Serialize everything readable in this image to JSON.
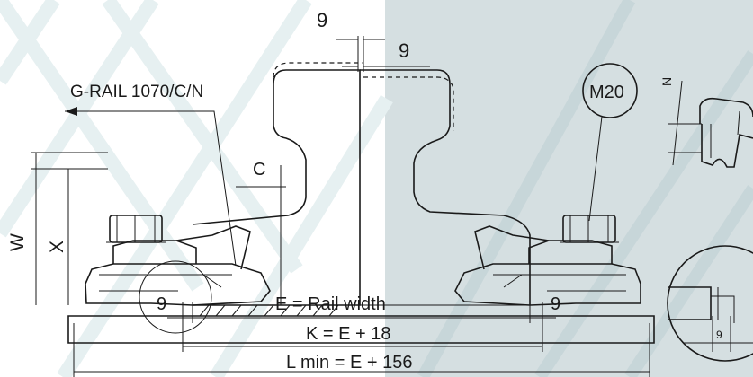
{
  "labels": {
    "dim_9_top": "9",
    "dim_9_right_top": "9",
    "product": "G-RAIL 1070/C/N",
    "bolt": "M20",
    "dim_c": "C",
    "dim_w": "W",
    "dim_x": "X",
    "dim_n": "N",
    "dim_9_left": "9",
    "dim_9_right": "9",
    "e_eq": "E = Rail width",
    "k_eq": "K = E + 18",
    "l_eq": "L min = E + 156",
    "dim_9_detail": "9"
  },
  "colors": {
    "background_left": "#ffffff",
    "background_right": "#d5dfe1",
    "line": "#1a1a1a"
  }
}
